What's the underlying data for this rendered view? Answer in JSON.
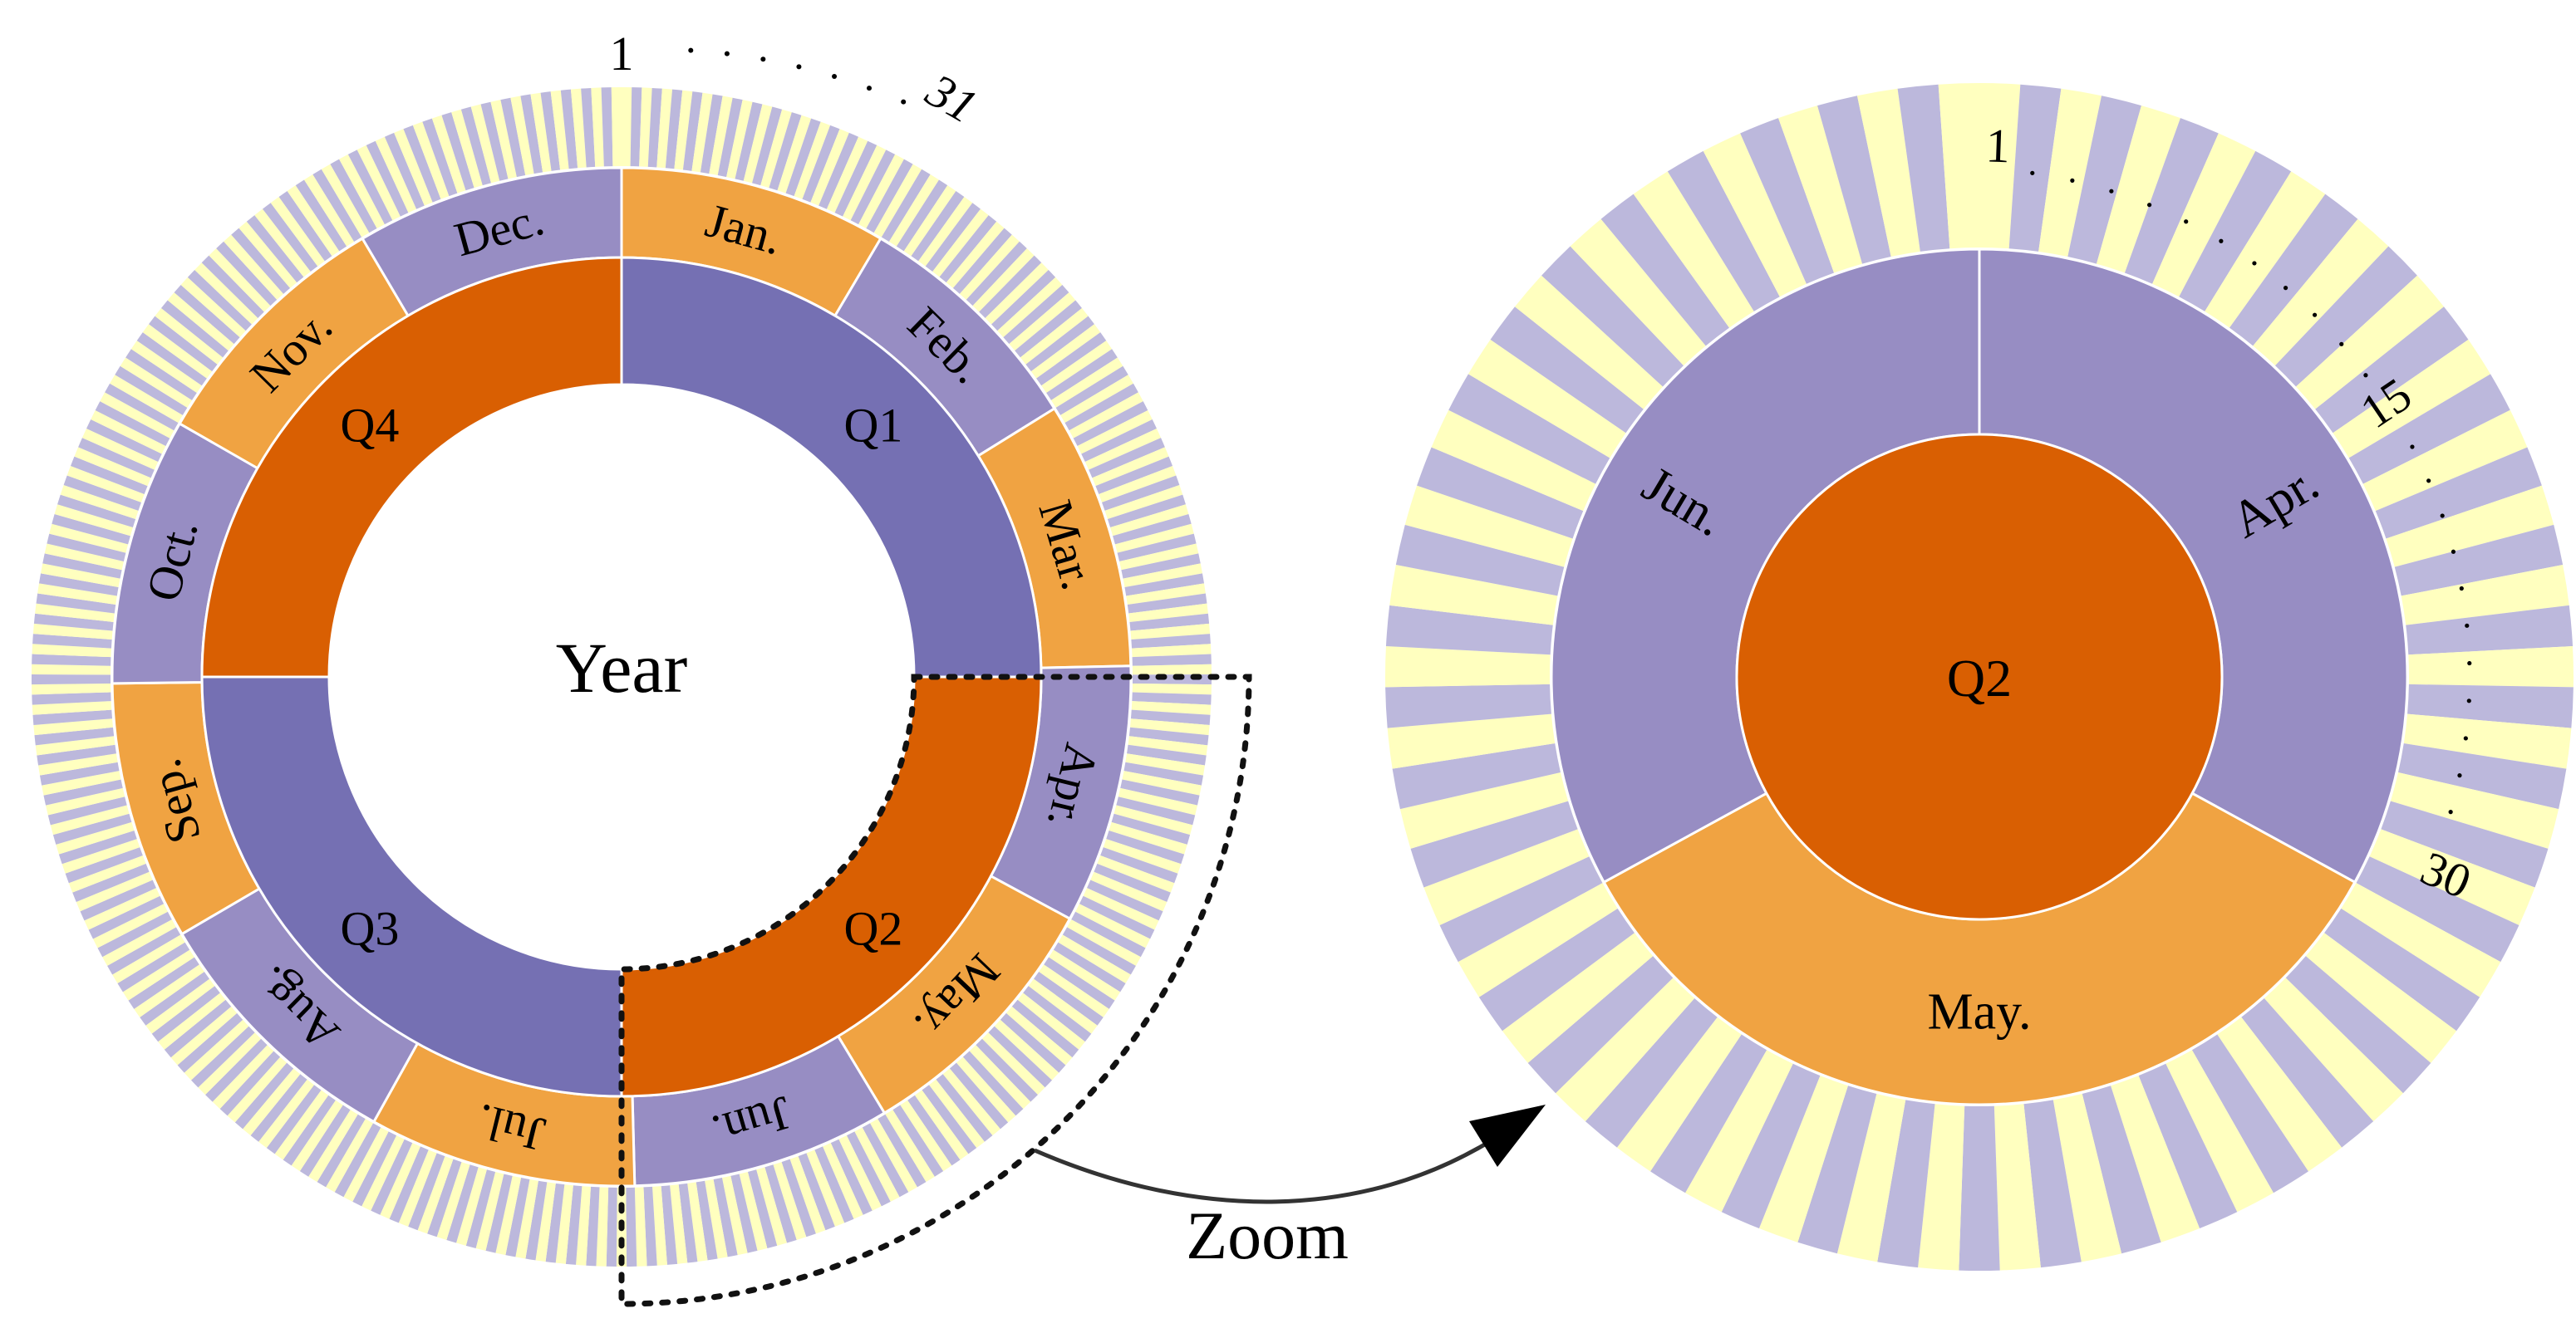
{
  "colors": {
    "quarter_dark_purple": "#7570b3",
    "quarter_orange": "#d95f02",
    "month_light_purple": "#978dc3",
    "month_light_orange": "#f0a342",
    "day_purple": "#bcb8dc",
    "day_yellow": "#ffffbf",
    "background": "#ffffff"
  },
  "left_chart": {
    "center_label": "Year",
    "quarters": [
      {
        "label": "Q1",
        "color": "quarter_dark_purple"
      },
      {
        "label": "Q2",
        "color": "quarter_orange"
      },
      {
        "label": "Q3",
        "color": "quarter_dark_purple"
      },
      {
        "label": "Q4",
        "color": "quarter_orange"
      }
    ],
    "months": [
      {
        "label": "Jan.",
        "color": "month_light_orange"
      },
      {
        "label": "Feb.",
        "color": "month_light_purple"
      },
      {
        "label": "Mar.",
        "color": "month_light_orange"
      },
      {
        "label": "Apr.",
        "color": "month_light_purple"
      },
      {
        "label": "May.",
        "color": "month_light_orange"
      },
      {
        "label": "Jun.",
        "color": "month_light_purple"
      },
      {
        "label": "Jul.",
        "color": "month_light_orange"
      },
      {
        "label": "Aug.",
        "color": "month_light_purple"
      },
      {
        "label": "Sep.",
        "color": "month_light_orange"
      },
      {
        "label": "Oct.",
        "color": "month_light_purple"
      },
      {
        "label": "Nov.",
        "color": "month_light_orange"
      },
      {
        "label": "Dec.",
        "color": "month_light_purple"
      }
    ],
    "days_in_year": 365,
    "day_marker_start": "1",
    "day_marker_end": "31"
  },
  "zoom_label": "Zoom",
  "right_chart": {
    "center_label": "Q2",
    "months": [
      {
        "label": "Apr.",
        "color": "month_light_purple",
        "days": 30
      },
      {
        "label": "May.",
        "color": "month_light_orange",
        "days": 31
      },
      {
        "label": "Jun.",
        "color": "month_light_purple",
        "days": 30
      }
    ],
    "day_marker_start": "1",
    "day_marker_mid": "15",
    "day_marker_end": "30"
  }
}
